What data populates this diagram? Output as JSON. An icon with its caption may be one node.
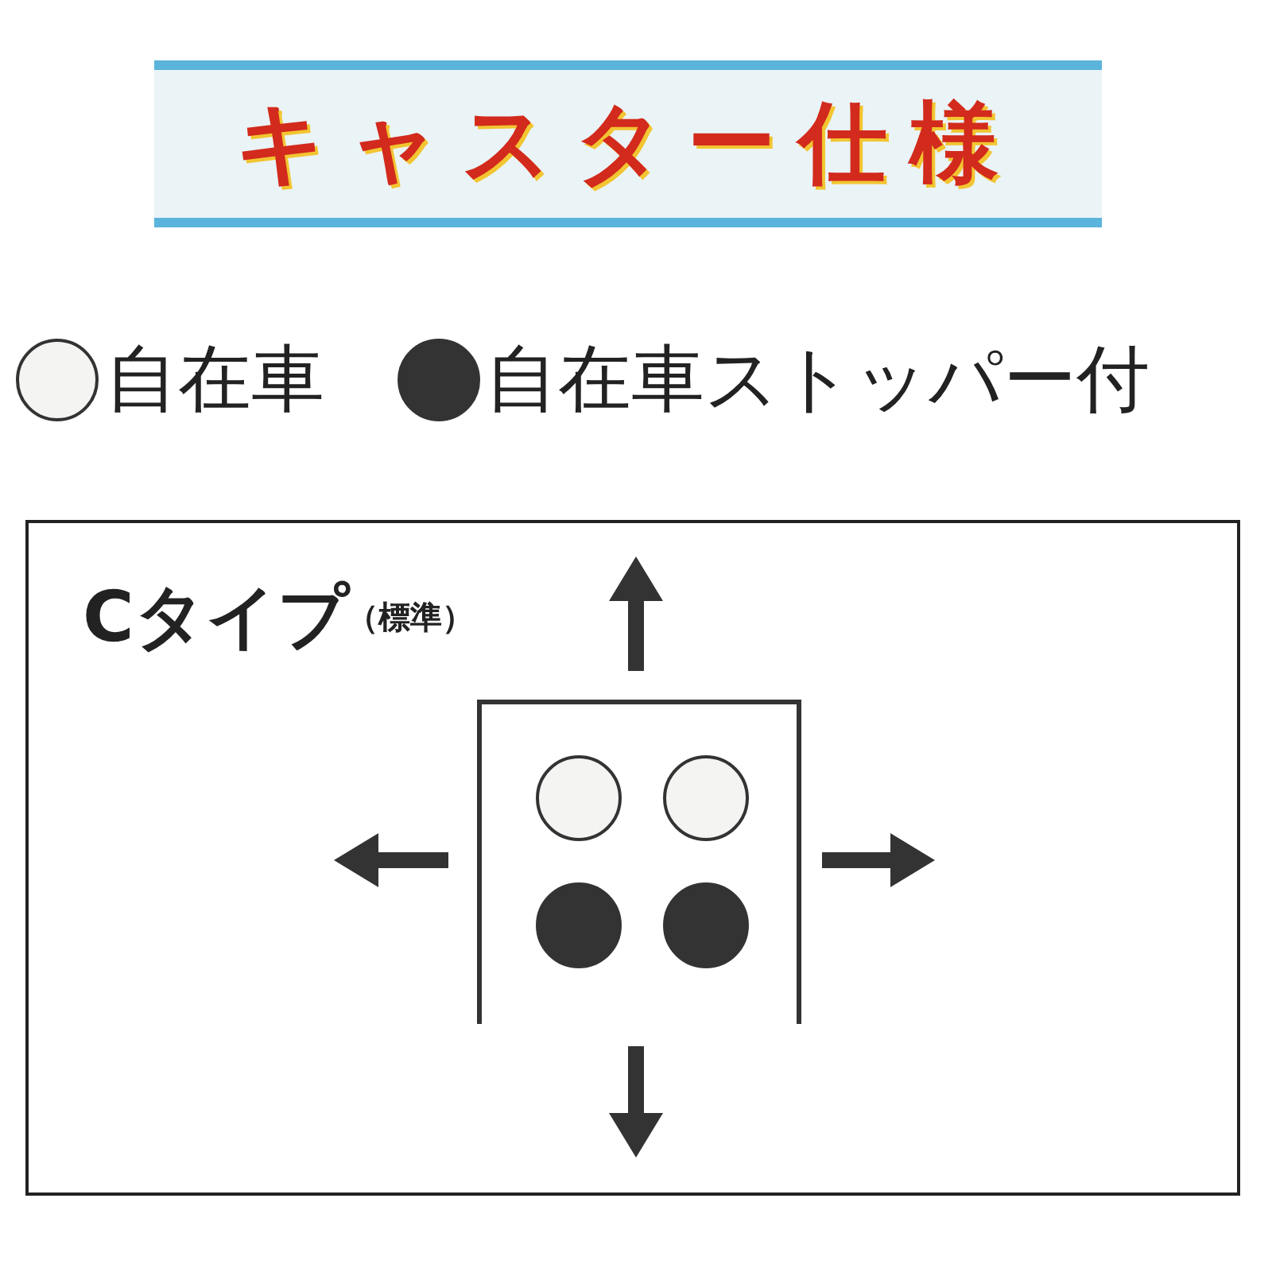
{
  "diagram": {
    "title": "キャスター仕様",
    "nodes": [
      {
        "text": [
          "Cタイプ",
          "（標準）"
        ]
      },
      {
        "text": [],
        "shape": "box",
        "in": 0
      },
      {
        "text": [],
        "shape": "circle",
        "in": 1
      },
      {
        "text": [],
        "shape": "circle",
        "in": 1
      },
      {
        "text": [],
        "shape": "circle",
        "in": 1
      },
      {
        "text": [],
        "shape": "circle",
        "in": 1
      }
    ],
    "legend": [
      {
        "text": "自在車",
        "color": "#f4f4f2"
      },
      {
        "text": "自在車ストッパー付",
        "color": "#333333"
      }
    ]
  }
}
